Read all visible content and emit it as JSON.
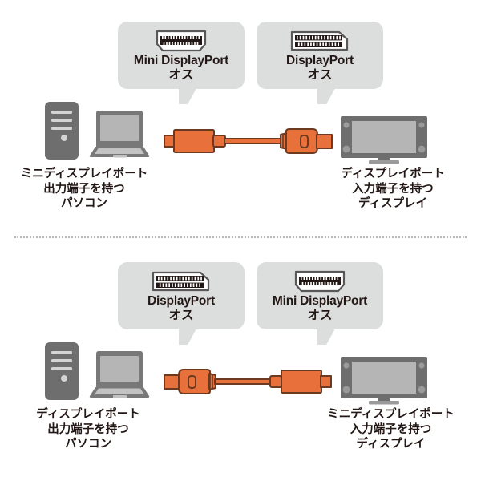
{
  "page": {
    "title": "Mini DisplayPort / DisplayPort cable connection diagram",
    "background_color": "#ffffff",
    "text_color": "#231815",
    "bubble_color": "#dcdddd",
    "cable_color": "#e8703a",
    "cable_outline_color": "#6b3a20",
    "device_dark_gray": "#6e6e6e",
    "device_light_gray": "#9a9a9a",
    "divider_color": "#b9b3b3"
  },
  "sections": [
    {
      "id": "top",
      "bubbles": [
        {
          "id": "top-left-bubble",
          "icon": "mini-displayport-connector-icon",
          "title": "Mini DisplayPort",
          "subtitle": "オス"
        },
        {
          "id": "top-right-bubble",
          "icon": "displayport-connector-icon",
          "title": "DisplayPort",
          "subtitle": "オス"
        }
      ],
      "left_caption": {
        "line1": "ミニディスプレイポート",
        "line2": "出力端子を持つ",
        "line3": "パソコン"
      },
      "right_caption": {
        "line1": "ディスプレイポート",
        "line2": "入力端子を持つ",
        "line3": "ディスプレイ"
      },
      "left_device": "desktop-pc-and-laptop",
      "right_device": "display-monitor",
      "cable": {
        "left_end": "mini-displayport-plug",
        "right_end": "displayport-plug"
      }
    },
    {
      "id": "bottom",
      "bubbles": [
        {
          "id": "bottom-left-bubble",
          "icon": "displayport-connector-icon",
          "title": "DisplayPort",
          "subtitle": "オス"
        },
        {
          "id": "bottom-right-bubble",
          "icon": "mini-displayport-connector-icon",
          "title": "Mini DisplayPort",
          "subtitle": "オス"
        }
      ],
      "left_caption": {
        "line1": "ディスプレイポート",
        "line2": "出力端子を持つ",
        "line3": "パソコン"
      },
      "right_caption": {
        "line1": "ミニディスプレイポート",
        "line2": "入力端子を持つ",
        "line3": "ディスプレイ"
      },
      "left_device": "desktop-pc-and-laptop",
      "right_device": "display-monitor",
      "cable": {
        "left_end": "displayport-plug",
        "right_end": "mini-displayport-plug"
      }
    }
  ]
}
